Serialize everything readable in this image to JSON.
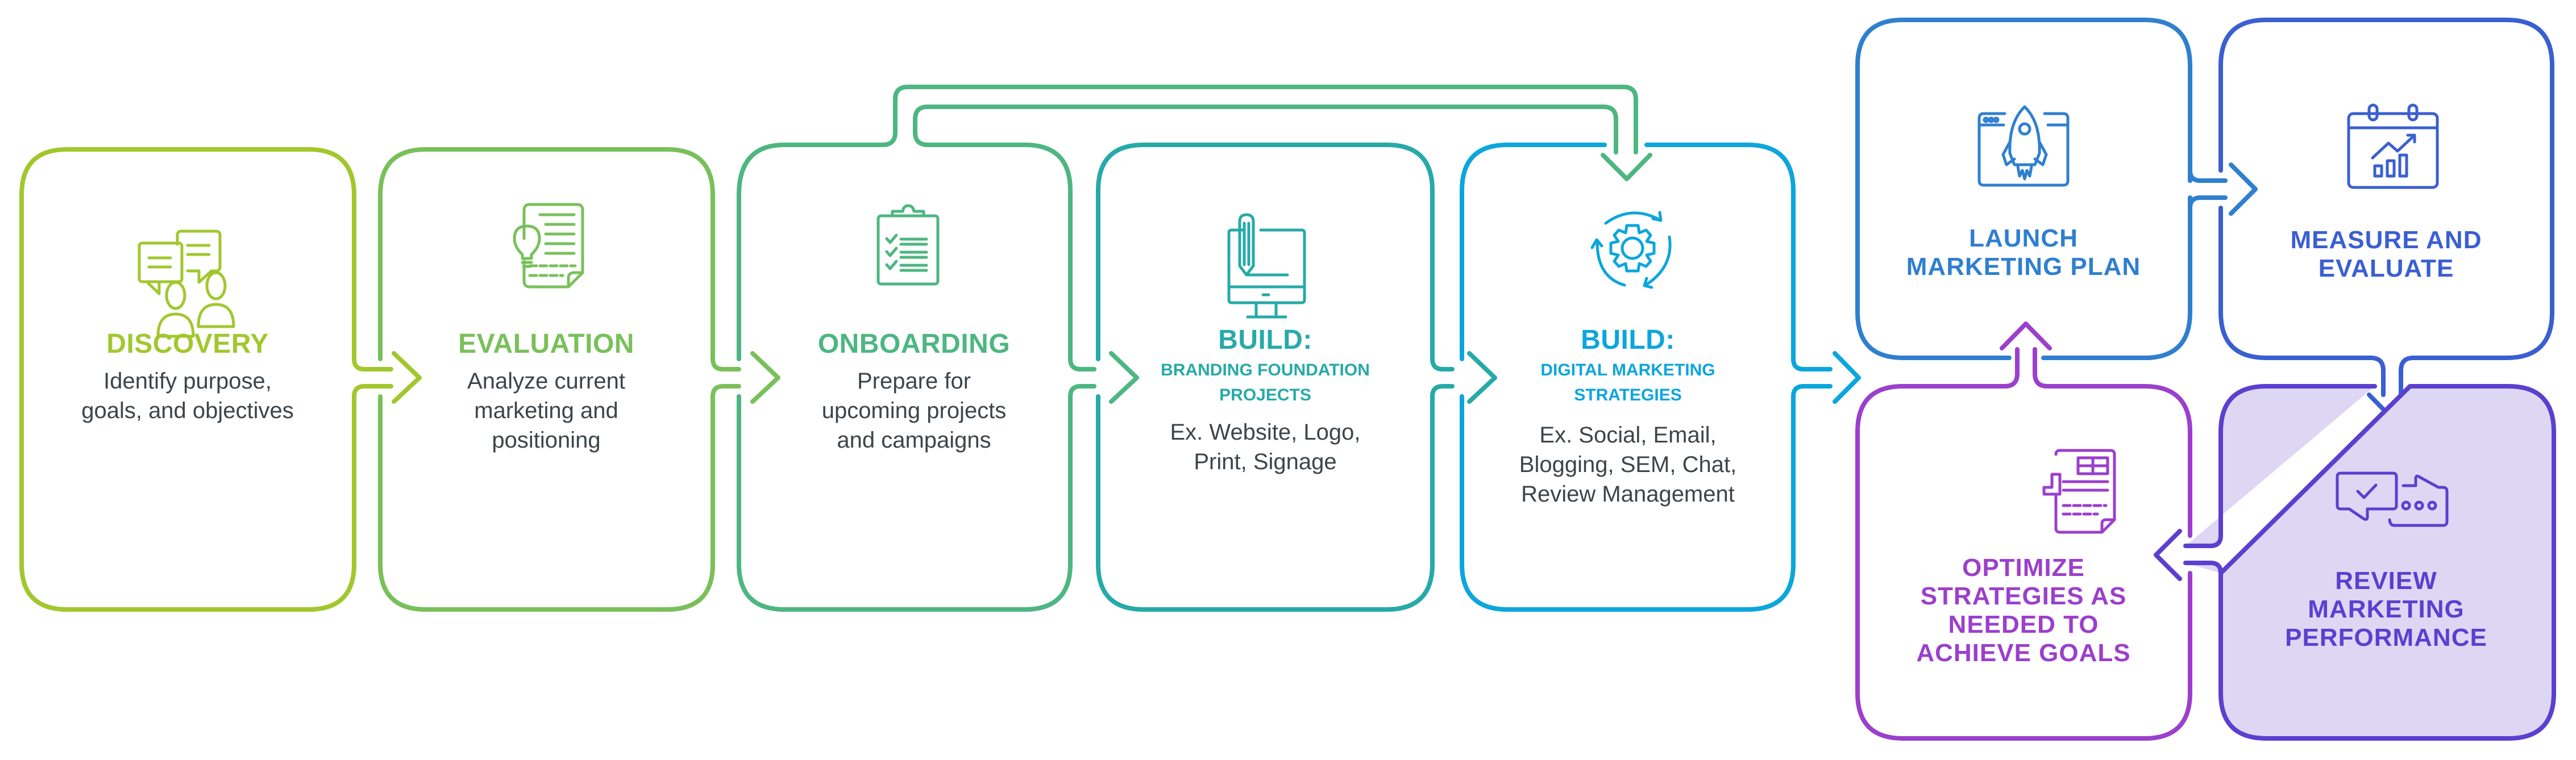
{
  "steps": [
    {
      "id": "discovery",
      "title": "DISCOVERY",
      "body": [
        "Identify purpose,",
        "goals, and objectives"
      ],
      "icon": "discussion-people-icon",
      "color": "#a2c72e"
    },
    {
      "id": "evaluation",
      "title": "EVALUATION",
      "body": [
        "Analyze current",
        "marketing and",
        "positioning"
      ],
      "icon": "document-lightbulb-icon",
      "color": "#79c05a"
    },
    {
      "id": "onboarding",
      "title": "ONBOARDING",
      "body": [
        "Prepare for",
        "upcoming projects",
        "and campaigns"
      ],
      "icon": "clipboard-checklist-icon",
      "color": "#4db681"
    },
    {
      "id": "build-branding",
      "title": "BUILD:",
      "subtitle": [
        "BRANDING FOUNDATION",
        "PROJECTS"
      ],
      "body": [
        "Ex. Website, Logo,",
        "Print, Signage"
      ],
      "icon": "monitor-pencil-icon",
      "color": "#26aaa8"
    },
    {
      "id": "build-digital",
      "title": "BUILD:",
      "subtitle": [
        "DIGITAL MARKETING",
        "STRATEGIES"
      ],
      "body": [
        "Ex. Social, Email,",
        "Blogging, SEM, Chat,",
        "Review Management"
      ],
      "icon": "gear-cycle-icon",
      "color": "#0ba6dc"
    }
  ],
  "cycle": [
    {
      "id": "launch",
      "title": [
        "LAUNCH",
        "MARKETING PLAN"
      ],
      "icon": "rocket-browser-icon",
      "color": "#2f7fcf"
    },
    {
      "id": "measure",
      "title": [
        "MEASURE AND",
        "EVALUATE"
      ],
      "icon": "calendar-chart-icon",
      "color": "#3a5fd1"
    },
    {
      "id": "review",
      "title": [
        "REVIEW",
        "MARKETING",
        "PERFORMANCE"
      ],
      "icon": "chat-review-icon",
      "color": "#5b3fcf",
      "fill": "#ddd7f4"
    },
    {
      "id": "optimize",
      "title": [
        "OPTIMIZE",
        "STRATEGIES AS",
        "NEEDED TO",
        "ACHIEVE GOALS"
      ],
      "icon": "report-chart-icon",
      "color": "#9b3fcc"
    }
  ],
  "text_color": "#3d4449"
}
